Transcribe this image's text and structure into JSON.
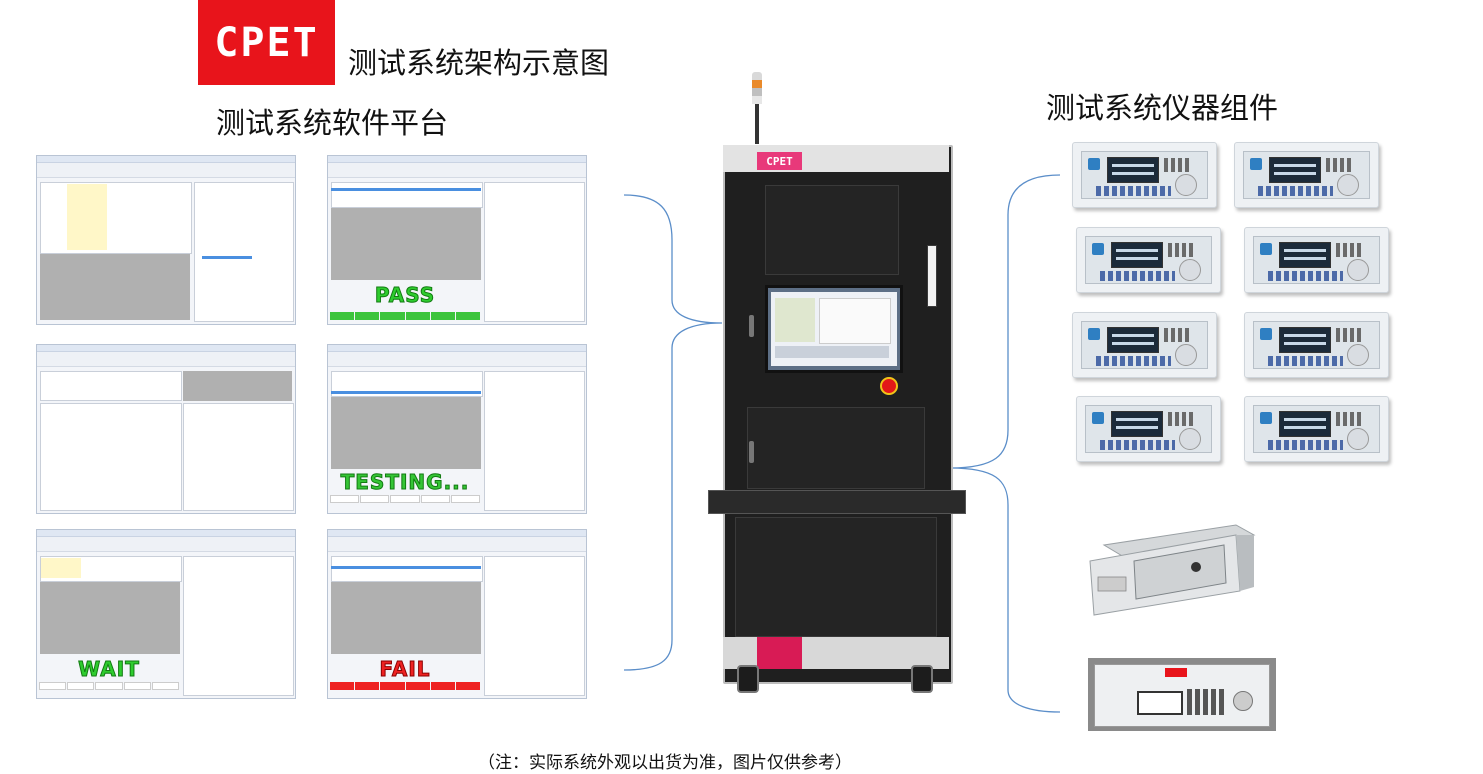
{
  "logo": {
    "text": "CPET",
    "color": "#e8141b"
  },
  "titles": {
    "main": "测试系统架构示意图",
    "software": "测试系统软件平台",
    "hardware": "测试系统仪器组件"
  },
  "status_screens": {
    "pass": "PASS",
    "testing": "TESTING...",
    "wait": "WAIT",
    "fail": "FAIL"
  },
  "cabinet": {
    "logo_text": "CPET"
  },
  "footnote": "（注：实际系统外观以出货为准，图片仅供参考）",
  "colors": {
    "brand_red": "#e8141b",
    "pass_green": "#2ecc2e",
    "fail_red": "#ee2222",
    "connector_blue": "#5b8ec9"
  }
}
